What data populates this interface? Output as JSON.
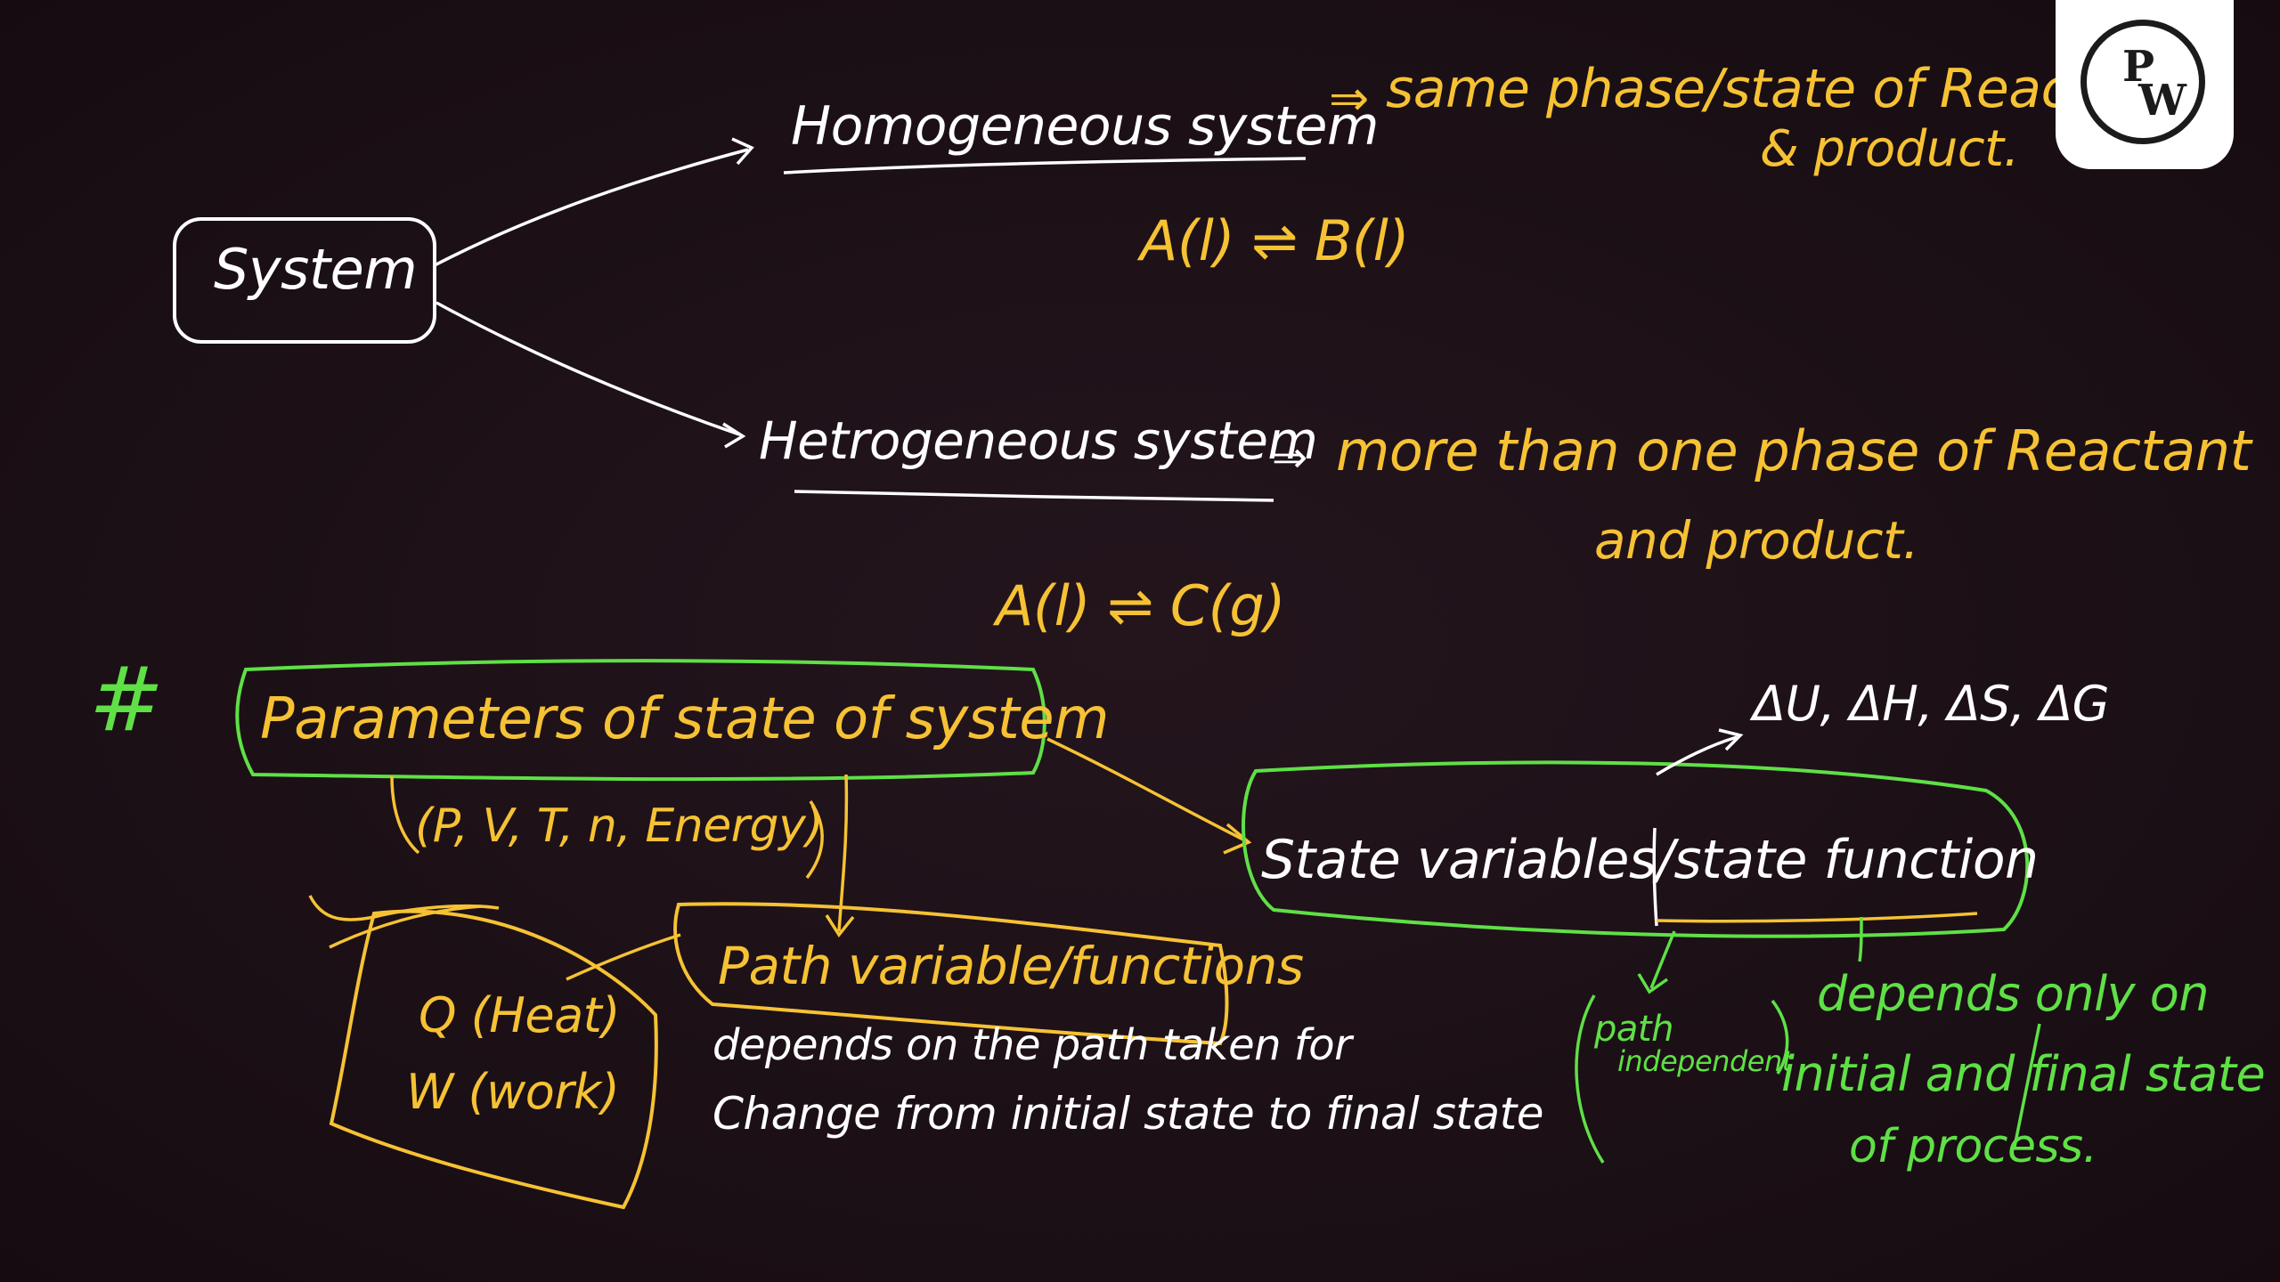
{
  "system_label": "System",
  "homogeneous": {
    "title": "Homogeneous system",
    "arrow": "⇒",
    "desc_line1": "same phase/state of Reactant",
    "desc_line2": "& product.",
    "equation": "A(l) ⇌ B(l)"
  },
  "heterogeneous": {
    "title": "Hetrogeneous system",
    "arrow": "⇒",
    "desc_line1": "more than one phase of Reactant",
    "desc_line2": "and product.",
    "equation": "A(l) ⇌ C(g)"
  },
  "parameters": {
    "hash": "#",
    "title": "Parameters of state of system",
    "list": "(P, V, T, n, Energy)"
  },
  "path": {
    "title": "Path variable/functions",
    "examples_line1": "Q (Heat)",
    "examples_line2": "W (work)",
    "desc_line1": "depends on the path taken for",
    "desc_line2": "Change from initial state to final state"
  },
  "state": {
    "title": "State variables/state function",
    "examples": "ΔU, ΔH, ΔS, ΔG",
    "path_independent_1": "path",
    "path_independent_2": "independent",
    "desc_line1": "depends only on",
    "desc_line2": "initial and final state",
    "desc_line3": "of process."
  },
  "logo": {
    "letter1": "P",
    "letter2": "W"
  },
  "colors": {
    "white": "#ffffff",
    "yellow": "#f6c234",
    "green": "#5fe046",
    "background": "#1d1017"
  }
}
